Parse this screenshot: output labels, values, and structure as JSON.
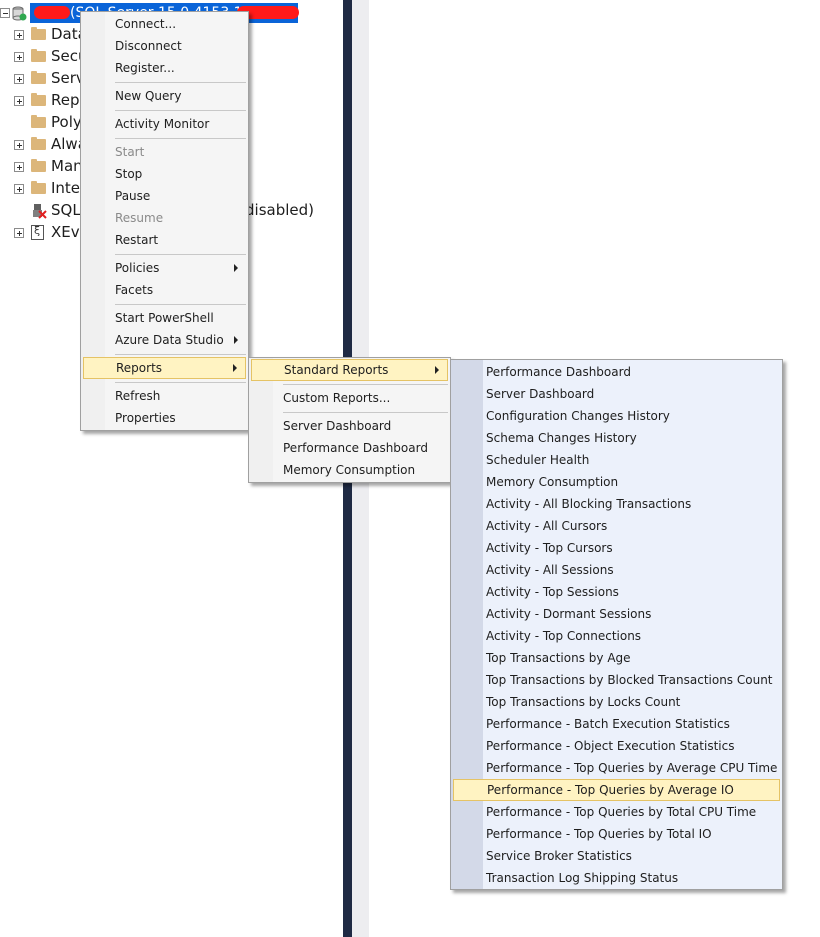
{
  "tree": {
    "server_label": "(SQL Server 15.0.4153.1 -",
    "nodes": [
      {
        "label": "Data",
        "icon": "folder-icon"
      },
      {
        "label": "Secu",
        "icon": "folder-icon"
      },
      {
        "label": "Serv",
        "icon": "folder-icon"
      },
      {
        "label": "Repl",
        "icon": "folder-icon"
      },
      {
        "label": "Poly",
        "icon": "folder-icon"
      },
      {
        "label": "Alwa",
        "icon": "folder-icon"
      },
      {
        "label": "Man",
        "icon": "folder-icon"
      },
      {
        "label": "Integ",
        "icon": "folder-icon"
      },
      {
        "label": "SQL",
        "icon": "sql-agent-disabled-icon"
      },
      {
        "label": "XEve",
        "icon": "xevent-icon"
      }
    ],
    "agent_suffix": "disabled)"
  },
  "context_menu": {
    "items": [
      {
        "label": "Connect...",
        "enabled": true
      },
      {
        "label": "Disconnect",
        "enabled": true
      },
      {
        "label": "Register...",
        "enabled": true
      },
      {
        "label": "New Query",
        "enabled": true
      },
      {
        "label": "Activity Monitor",
        "enabled": true
      },
      {
        "label": "Start",
        "enabled": false
      },
      {
        "label": "Stop",
        "enabled": true
      },
      {
        "label": "Pause",
        "enabled": true
      },
      {
        "label": "Resume",
        "enabled": false
      },
      {
        "label": "Restart",
        "enabled": true
      },
      {
        "label": "Policies",
        "enabled": true,
        "submenu": true
      },
      {
        "label": "Facets",
        "enabled": true
      },
      {
        "label": "Start PowerShell",
        "enabled": true
      },
      {
        "label": "Azure Data Studio",
        "enabled": true,
        "submenu": true
      },
      {
        "label": "Reports",
        "enabled": true,
        "submenu": true,
        "highlighted": true
      },
      {
        "label": "Refresh",
        "enabled": true
      },
      {
        "label": "Properties",
        "enabled": true
      }
    ]
  },
  "reports_menu": {
    "items": [
      {
        "label": "Standard Reports",
        "submenu": true,
        "highlighted": true
      },
      {
        "label": "Custom Reports..."
      },
      {
        "label": "Server Dashboard"
      },
      {
        "label": "Performance Dashboard"
      },
      {
        "label": "Memory Consumption"
      }
    ]
  },
  "standard_reports_menu": {
    "items": [
      "Performance Dashboard",
      "Server Dashboard",
      "Configuration Changes History",
      "Schema Changes History",
      "Scheduler Health",
      "Memory Consumption",
      "Activity - All Blocking Transactions",
      "Activity - All Cursors",
      "Activity - Top Cursors",
      "Activity - All Sessions",
      "Activity - Top Sessions",
      "Activity - Dormant Sessions",
      "Activity - Top Connections",
      "Top Transactions by Age",
      "Top Transactions by Blocked Transactions Count",
      "Top Transactions by Locks Count",
      "Performance - Batch Execution Statistics",
      "Performance - Object Execution Statistics",
      "Performance - Top Queries by Average CPU Time",
      "Performance - Top Queries by Average IO",
      "Performance - Top Queries by Total CPU Time",
      "Performance - Top Queries by Total IO",
      "Service Broker Statistics",
      "Transaction Log Shipping Status"
    ],
    "highlighted_index": 19
  },
  "colors": {
    "selection": "#0a64d8",
    "highlight": "#fff3c2",
    "highlight_border": "#e5c365",
    "splitter": "#1f2a44"
  }
}
